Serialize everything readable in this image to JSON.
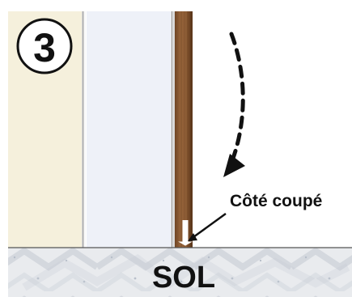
{
  "step_number": "3",
  "annotation": "Côté coupé",
  "floor_label": "SOL",
  "colors": {
    "wall": "#f5f0dc",
    "glass": "#eef1f8",
    "wood": "#8b5a32",
    "floor": "#e6e8ea",
    "stroke": "#111111"
  },
  "icons": [
    "rotation-arrow-icon",
    "pointer-arrow-icon",
    "cut-mark-icon"
  ]
}
